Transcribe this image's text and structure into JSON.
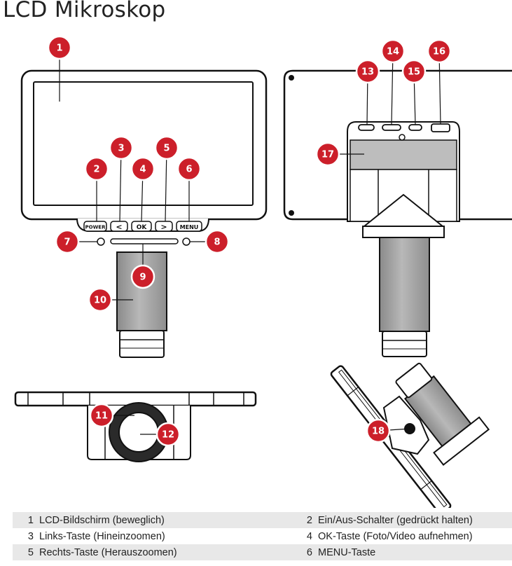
{
  "title": "LCD Mikroskop",
  "buttons": {
    "power": "POWER",
    "left": "<",
    "ok": "OK",
    "right": ">",
    "menu": "MENU"
  },
  "callouts": [
    "1",
    "2",
    "3",
    "4",
    "5",
    "6",
    "7",
    "8",
    "9",
    "10",
    "11",
    "12",
    "13",
    "14",
    "15",
    "16",
    "17",
    "18"
  ],
  "legend": [
    [
      {
        "num": "1",
        "label": "LCD-Bildschirm (beweglich)"
      },
      {
        "num": "2",
        "label": "Ein/Aus-Schalter (gedrückt halten)"
      }
    ],
    [
      {
        "num": "3",
        "label": "Links-Taste (Hineinzoomen)"
      },
      {
        "num": "4",
        "label": "OK-Taste (Foto/Video aufnehmen)"
      }
    ],
    [
      {
        "num": "5",
        "label": "Rechts-Taste (Herauszoomen)"
      },
      {
        "num": "6",
        "label": "MENU-Taste"
      }
    ]
  ],
  "colors": {
    "badge": "#cc1f2a",
    "outline": "#111111",
    "screen_fill": "#ffffff",
    "column_fill": "#a9a9a9",
    "panel_fill": "#bfbfbf",
    "row_stripe": "#e8e8e8"
  }
}
